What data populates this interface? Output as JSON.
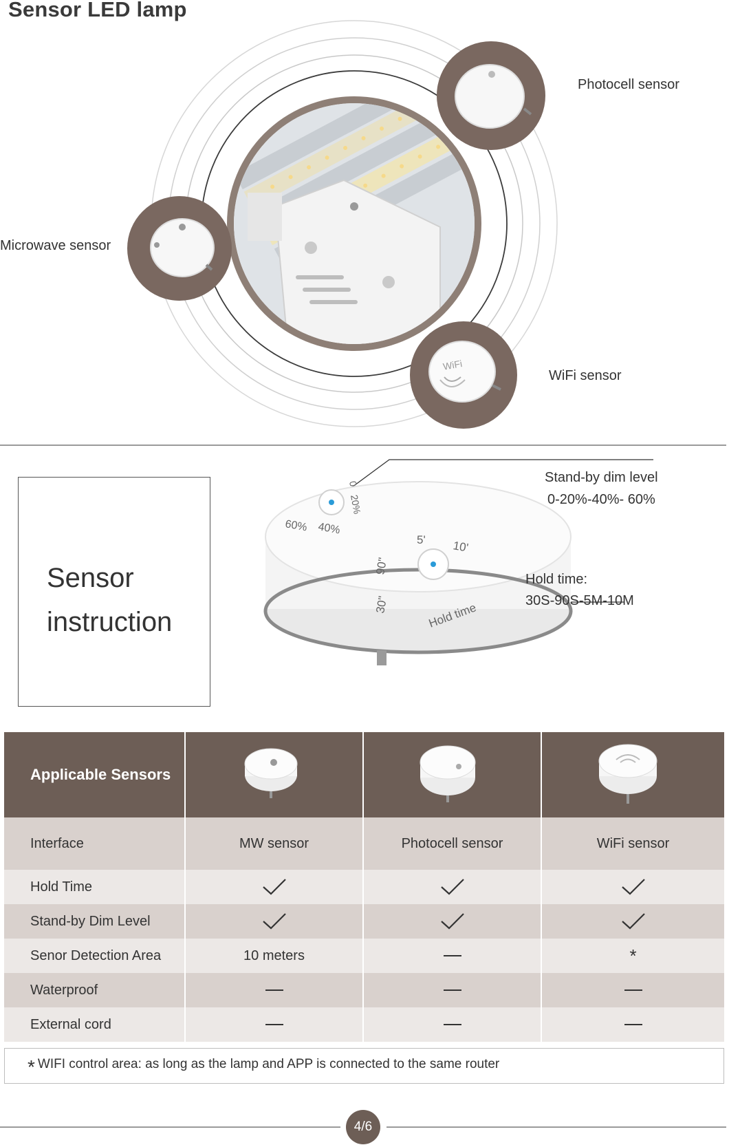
{
  "page": {
    "title": "Sensor LED lamp",
    "page_indicator": "4/6"
  },
  "hero": {
    "photocell_label": "Photocell sensor",
    "microwave_label": "Microwave sensor",
    "wifi_label": "WiFi sensor"
  },
  "instruction": {
    "heading_line1": "Sensor",
    "heading_line2": "instruction",
    "standby_title": "Stand-by dim level",
    "standby_values": "0-20%-40%- 60%",
    "hold_title": "Hold time:",
    "hold_values": "30S-90S-5M-10M",
    "dial_labels": {
      "p60": "60%",
      "p40": "40%",
      "p20": "20%",
      "p0": "0",
      "s90": "90\"",
      "s30": "30\"",
      "m5": "5'",
      "m10": "10'",
      "hold": "Hold time"
    }
  },
  "table": {
    "header": "Applicable Sensors",
    "columns": [
      "MW sensor",
      "Photocell  sensor",
      "WiFi sensor"
    ],
    "rows": [
      {
        "label": "Interface",
        "cells": [
          "MW sensor",
          "Photocell  sensor",
          "WiFi sensor"
        ]
      },
      {
        "label": "Hold Time",
        "cells": [
          "check",
          "check",
          "check"
        ]
      },
      {
        "label": "Stand-by Dim Level",
        "cells": [
          "check",
          "check",
          "check"
        ]
      },
      {
        "label": "Senor Detection Area",
        "cells": [
          "10 meters",
          "dash",
          "*"
        ]
      },
      {
        "label": "Waterproof",
        "cells": [
          "dash",
          "dash",
          "dash"
        ]
      },
      {
        "label": "External cord",
        "cells": [
          "dash",
          "dash",
          "dash"
        ]
      }
    ]
  },
  "note": {
    "star": "*",
    "text": "WIFI control area: as long as the lamp and APP is connected to the same router"
  },
  "colors": {
    "brand_brown": "#6d5e56",
    "row_dark": "#d9d1cd",
    "row_light": "#ece8e6"
  }
}
